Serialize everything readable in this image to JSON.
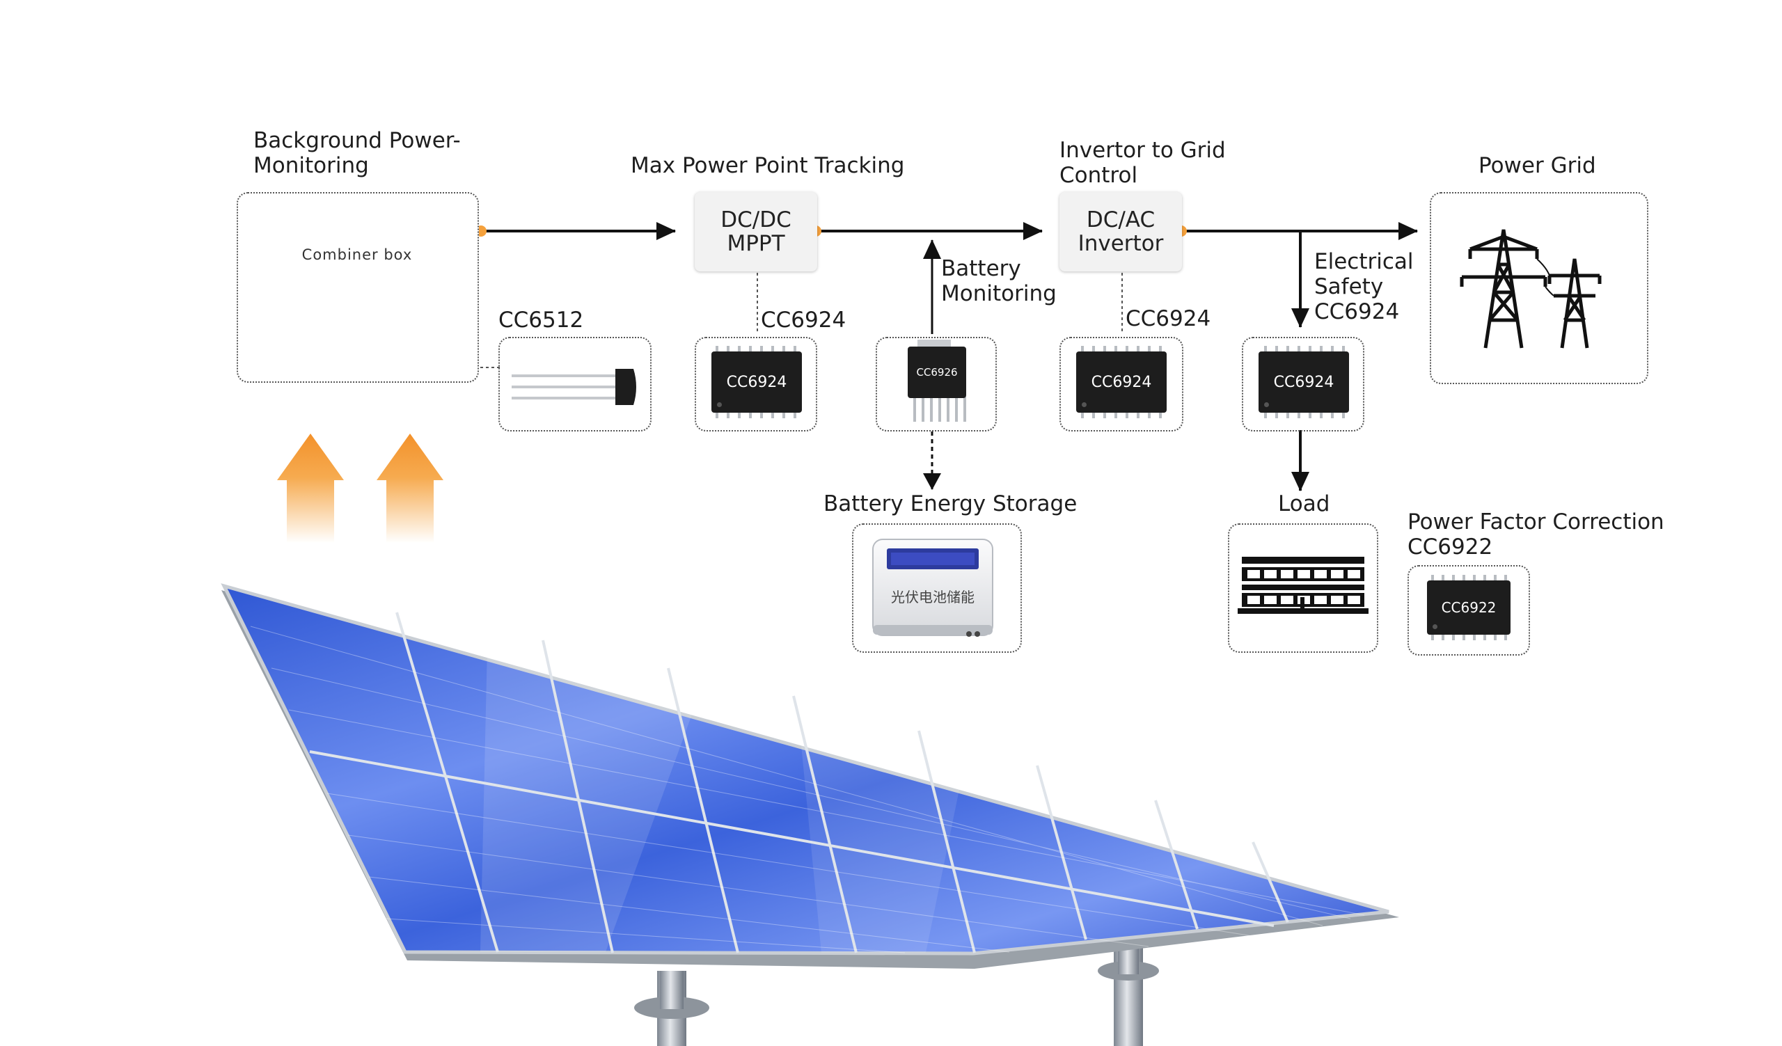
{
  "labels": {
    "background_monitoring": "Background Power-\nMonitoring",
    "mppt": "Max Power Point Tracking",
    "invertor_control": "Invertor to Grid\nControl",
    "power_grid": "Power Grid",
    "battery_monitoring": "Battery\nMonitoring",
    "electrical_safety": "Electrical\nSafety\nCC6924",
    "battery_storage": "Battery Energy Storage",
    "load": "Load",
    "pfc": "Power Factor Correction\nCC6922"
  },
  "combiner": {
    "title": "Combiner box"
  },
  "nodes": {
    "dcdc": "DC/DC\nMPPT",
    "dcac": "DC/AC\nInvertor"
  },
  "chips": {
    "sensor_label": "CC6512",
    "mppt_label": "CC6924",
    "mppt_chip": "CC6924",
    "battery_chip": "CC6926",
    "invertor_label": "CC6924",
    "invertor_chip": "CC6924",
    "safety_chip": "CC6924",
    "pfc_chip": "CC6922"
  },
  "battery_device": {
    "text": "光伏电池储能"
  },
  "colors": {
    "accent_orange": "#f5a13c",
    "line": "#111111",
    "chip": "#1d1d1d",
    "panel_blue": "#3e63d6"
  }
}
